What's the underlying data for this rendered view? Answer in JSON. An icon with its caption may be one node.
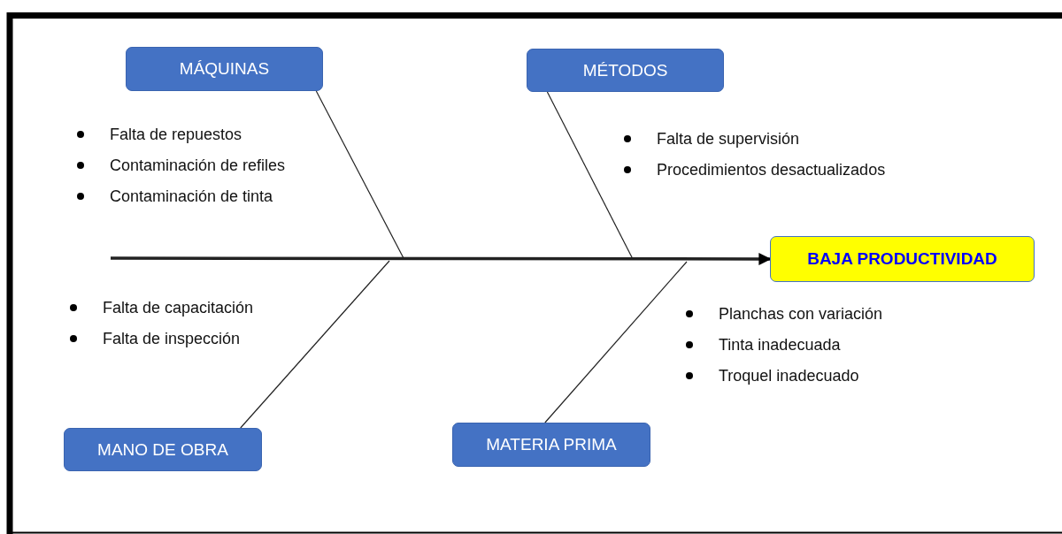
{
  "diagram": {
    "nodes": [
      {
        "text": [
          "MÁQUINAS"
        ]
      },
      {
        "text": [
          "MÉTODOS"
        ]
      },
      {
        "text": [
          "BAJA PRODUCTIVIDAD"
        ]
      },
      {
        "text": [
          "MANO DE OBRA"
        ]
      },
      {
        "text": [
          "MATERIA PRIMA"
        ]
      }
    ],
    "edges": [
      {
        "from": null,
        "to": 2,
        "arrow": "to",
        "style": "thick"
      },
      {
        "from": 0,
        "to": null,
        "arrow": "none"
      },
      {
        "from": 1,
        "to": null,
        "arrow": "none"
      },
      {
        "from": 3,
        "to": null,
        "arrow": "none"
      },
      {
        "from": 4,
        "to": null,
        "arrow": "none"
      }
    ],
    "labels": [
      "Falta de repuestos",
      "Contaminación de refiles",
      "Contaminación de tinta",
      "Falta de supervisión",
      "Procedimientos desactualizados",
      "Falta de capacitación",
      "Falta de inspección",
      "Planchas con variación",
      "Tinta inadecuada",
      "Troquel inadecuado"
    ]
  }
}
